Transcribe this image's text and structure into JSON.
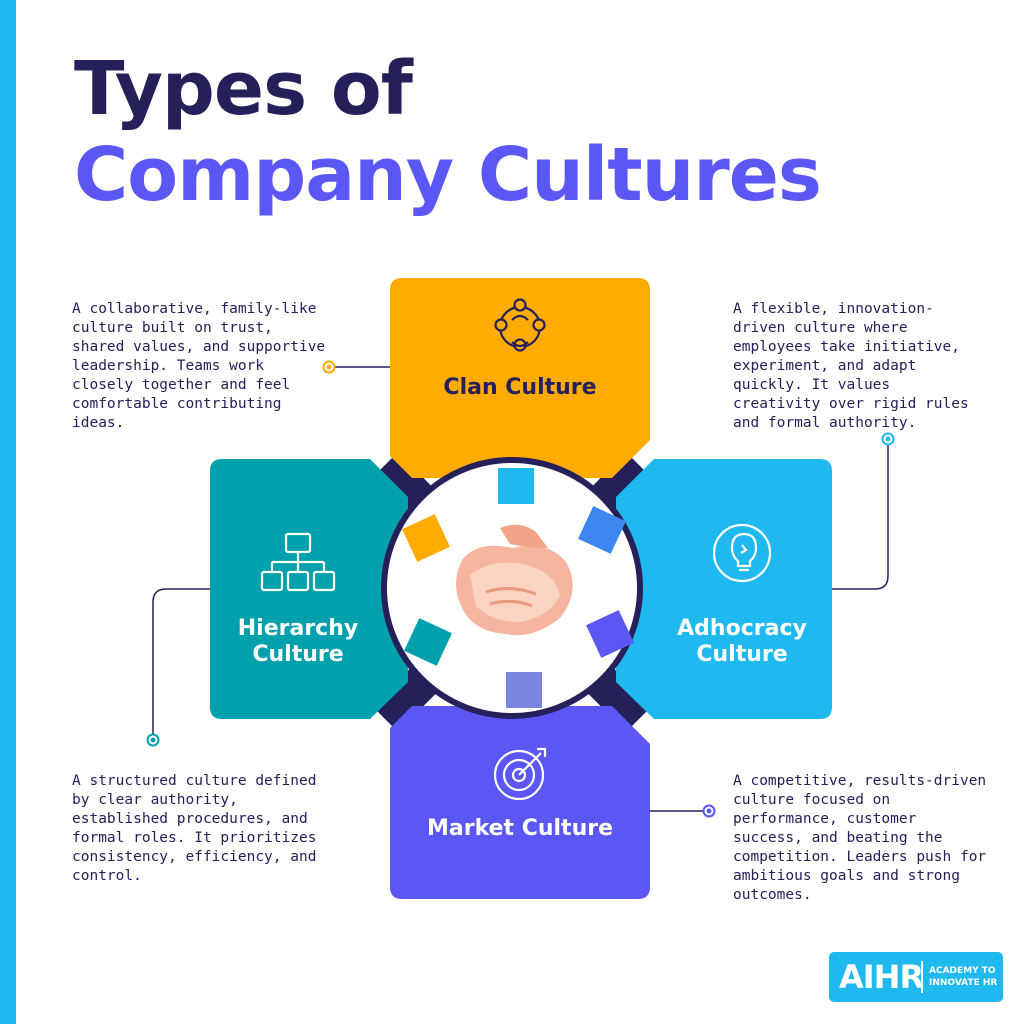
{
  "title": {
    "line1": "Types of",
    "line2": "Company Cultures"
  },
  "cultures": {
    "clan": {
      "label": "Clan Culture",
      "description": "A collaborative, family-like culture built on trust, shared values, and supportive leadership. Teams work closely together and feel comfortable contributing ideas.",
      "icon": "team-network-icon",
      "color": "#ffab00"
    },
    "adhocracy": {
      "label": "Adhocracy Culture",
      "description": "A flexible, innovation-driven culture where employees take initiative, experiment, and adapt quickly. It values creativity over rigid rules and formal authority.",
      "icon": "lightbulb-innovation-icon",
      "color": "#1fb9ef"
    },
    "hierarchy": {
      "label": "Hierarchy Culture",
      "description": "A structured culture defined by clear authority, established procedures, and formal roles. It prioritizes consistency, efficiency, and control.",
      "icon": "org-chart-icon",
      "color": "#00a1ad"
    },
    "market": {
      "label": "Market Culture",
      "description": "A competitive, results-driven culture focused on performance, customer success, and beating the competition. Leaders push for ambitious goals and strong outcomes.",
      "icon": "target-arrow-icon",
      "color": "#5b57f4"
    }
  },
  "center_image": {
    "icon": "stacked-hands-icon"
  },
  "logo": {
    "text": "AIHR",
    "tagline": "ACADEMY TO INNOVATE HR"
  },
  "colors": {
    "navy": "#26205a",
    "purple": "#5b57f4",
    "accent_bar": "#1fb9ef"
  }
}
